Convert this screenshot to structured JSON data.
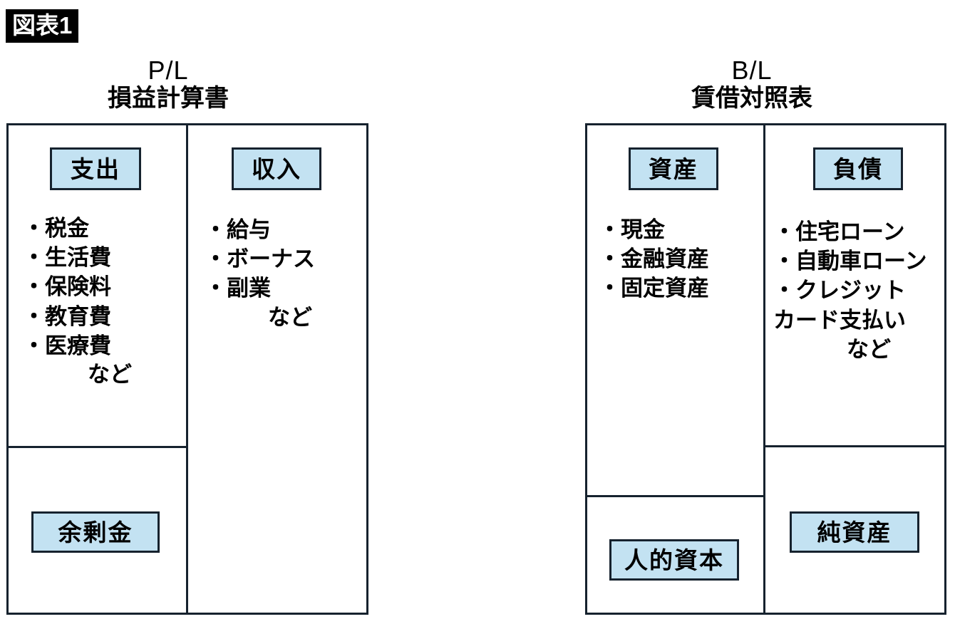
{
  "badge": {
    "label": "図表1"
  },
  "colors": {
    "chip_fill": "#c3e2f2",
    "line": "#16222e",
    "badge_bg": "#000000",
    "text": "#000000"
  },
  "panels": [
    {
      "id": "pl",
      "abbr": "P/L",
      "title_jp": "損益計算書",
      "columns": [
        {
          "id": "expenses",
          "chip": "支出",
          "items": [
            "・税金",
            "・生活費",
            "・保険料",
            "・教育費",
            "・医療費"
          ],
          "etc": "など",
          "bottom_chip": "余剰金"
        },
        {
          "id": "income",
          "chip": "収入",
          "items": [
            "・給与",
            "・ボーナス",
            "・副業"
          ],
          "etc": "など",
          "bottom_chip": ""
        }
      ]
    },
    {
      "id": "bl",
      "abbr": "B/L",
      "title_jp": "賃借対照表",
      "columns": [
        {
          "id": "assets",
          "chip": "資産",
          "items": [
            "・現金",
            "・金融資産",
            "・固定資産"
          ],
          "etc": "",
          "bottom_chip": "人的資本"
        },
        {
          "id": "liabilities",
          "chip": "負債",
          "items": [
            "・住宅ローン",
            "・自動車ローン",
            "・クレジット",
            "カード支払い"
          ],
          "etc": "など",
          "bottom_chip": "純資産"
        }
      ]
    }
  ]
}
